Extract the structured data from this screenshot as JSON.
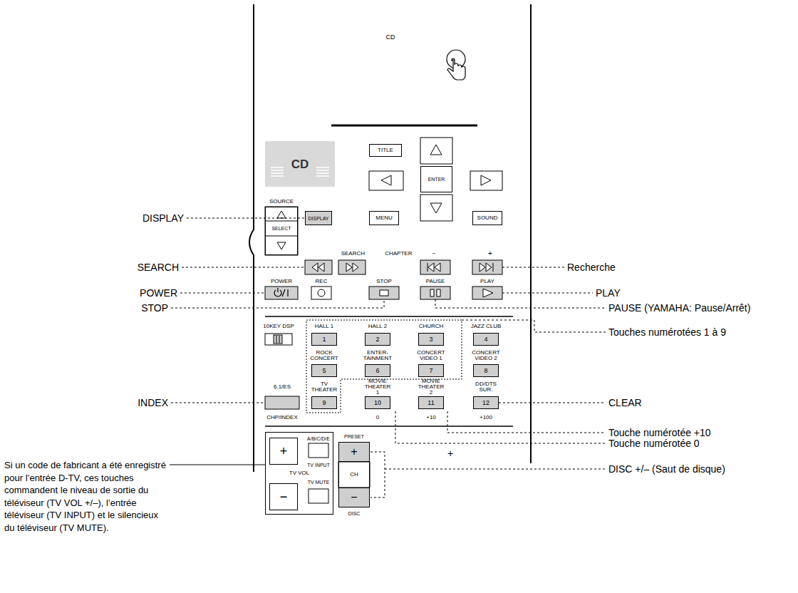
{
  "diagram": {
    "nodes": [
      {
        "text": [
          "CD"
        ]
      },
      {
        "text": [
          "TITLE"
        ]
      },
      {
        "text": [
          "ENTER"
        ]
      },
      {
        "text": [
          "SELECT"
        ]
      },
      {
        "text": [
          "DISPLAY"
        ]
      },
      {
        "text": [
          "MENU"
        ]
      },
      {
        "text": [
          "SOUND"
        ]
      },
      {
        "text": [
          "1"
        ]
      },
      {
        "text": [
          "2"
        ]
      },
      {
        "text": [
          "3"
        ]
      },
      {
        "text": [
          "4"
        ]
      },
      {
        "text": [
          "5"
        ]
      },
      {
        "text": [
          "6"
        ]
      },
      {
        "text": [
          "7"
        ]
      },
      {
        "text": [
          "8"
        ]
      },
      {
        "text": [
          "9"
        ]
      },
      {
        "text": [
          "10"
        ]
      },
      {
        "text": [
          "11"
        ]
      },
      {
        "text": [
          "12"
        ]
      },
      {
        "text": [
          "TV VOL"
        ]
      },
      {
        "text": [
          "+"
        ],
        "in": 19
      },
      {
        "text": [
          "−"
        ],
        "in": 19
      },
      {
        "text": [
          "CH"
        ]
      },
      {
        "text": [
          "+"
        ],
        "in": 22
      },
      {
        "text": [
          "−"
        ],
        "in": 22
      }
    ],
    "labels": [
      "CD",
      "SOURCE",
      "SEARCH CHAPTER −",
      "+",
      "POWER",
      "REC",
      "STOP",
      "PAUSE",
      "PLAY",
      "10KEY DSP",
      "HALL 1",
      "HALL 2",
      "CHURCH",
      "JAZZ CLUB",
      "ROCK CONCERT",
      "ENTER- TAINMENT",
      "CONCERT VIDEO 1",
      "CONCERT VIDEO 2",
      "6.1/ES",
      "TV THEATER",
      "MOVIE THEATER 1",
      "MOVIE THEATER 2",
      "DD/DTS SUR.",
      "CHP/INDEX",
      "0",
      "+10",
      "+100",
      "A/B/C/D/E",
      "TV INPUT",
      "TV MUTE",
      "PRESET",
      "DISC",
      "+",
      "DISPLAY",
      "SEARCH",
      "POWER",
      "STOP",
      "INDEX",
      "Si un code de fabricant a été enregistré pour l’entrée D-TV, ces touches commandent le niveau de sortie du téléviseur (TV VOL +/–), l’entrée téléviseur (TV INPUT) et le silencieux du téléviseur (TV MUTE).",
      "Recherche",
      "PLAY",
      "PAUSE (YAMAHA: Pause/Arrêt)",
      "Touches numérotées 1 à 9",
      "CLEAR",
      "Touche numérotée +10",
      "Touche numérotée 0",
      "DISC +/– (Saut de disque)"
    ]
  }
}
